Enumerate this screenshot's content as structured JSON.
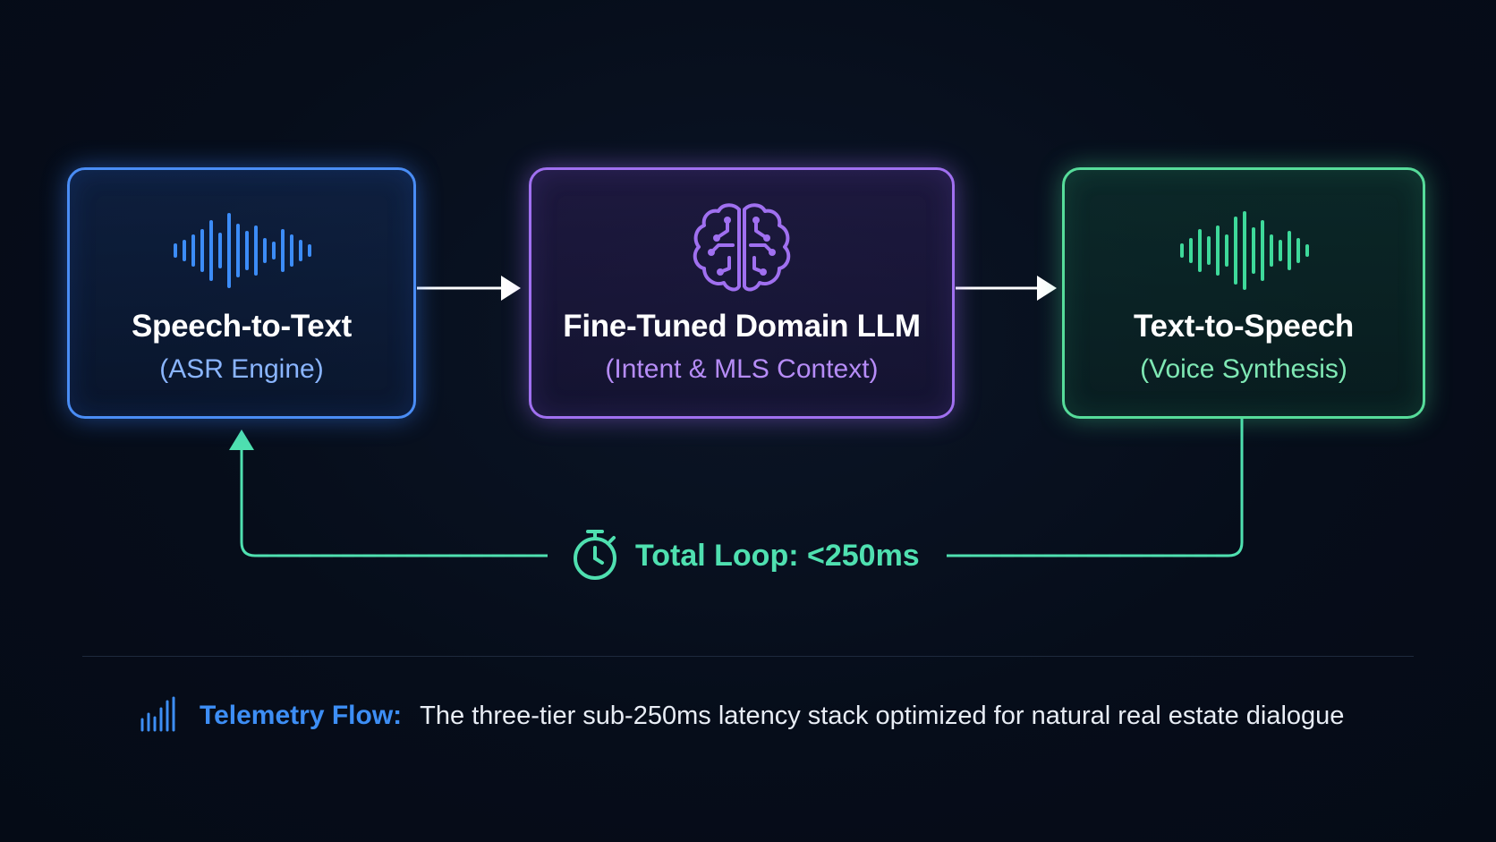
{
  "pipeline": {
    "stages": [
      {
        "title": "Speech-to-Text",
        "subtitle": "(ASR Engine)",
        "icon": "waveform-icon",
        "color": "#4a8df5"
      },
      {
        "title": "Fine-Tuned Domain LLM",
        "subtitle": "(Intent & MLS Context)",
        "icon": "brain-circuit-icon",
        "color": "#a070f0"
      },
      {
        "title": "Text-to-Speech",
        "subtitle": "(Voice Synthesis)",
        "icon": "waveform-icon",
        "color": "#56dc9a"
      }
    ],
    "loop": {
      "label": "Total Loop: <250ms",
      "icon": "stopwatch-icon",
      "color": "#4fe0b0"
    }
  },
  "caption": {
    "icon": "bar-chart-icon",
    "label": "Telemetry Flow:",
    "text": "The three-tier sub-250ms latency stack optimized for natural real estate dialogue"
  }
}
